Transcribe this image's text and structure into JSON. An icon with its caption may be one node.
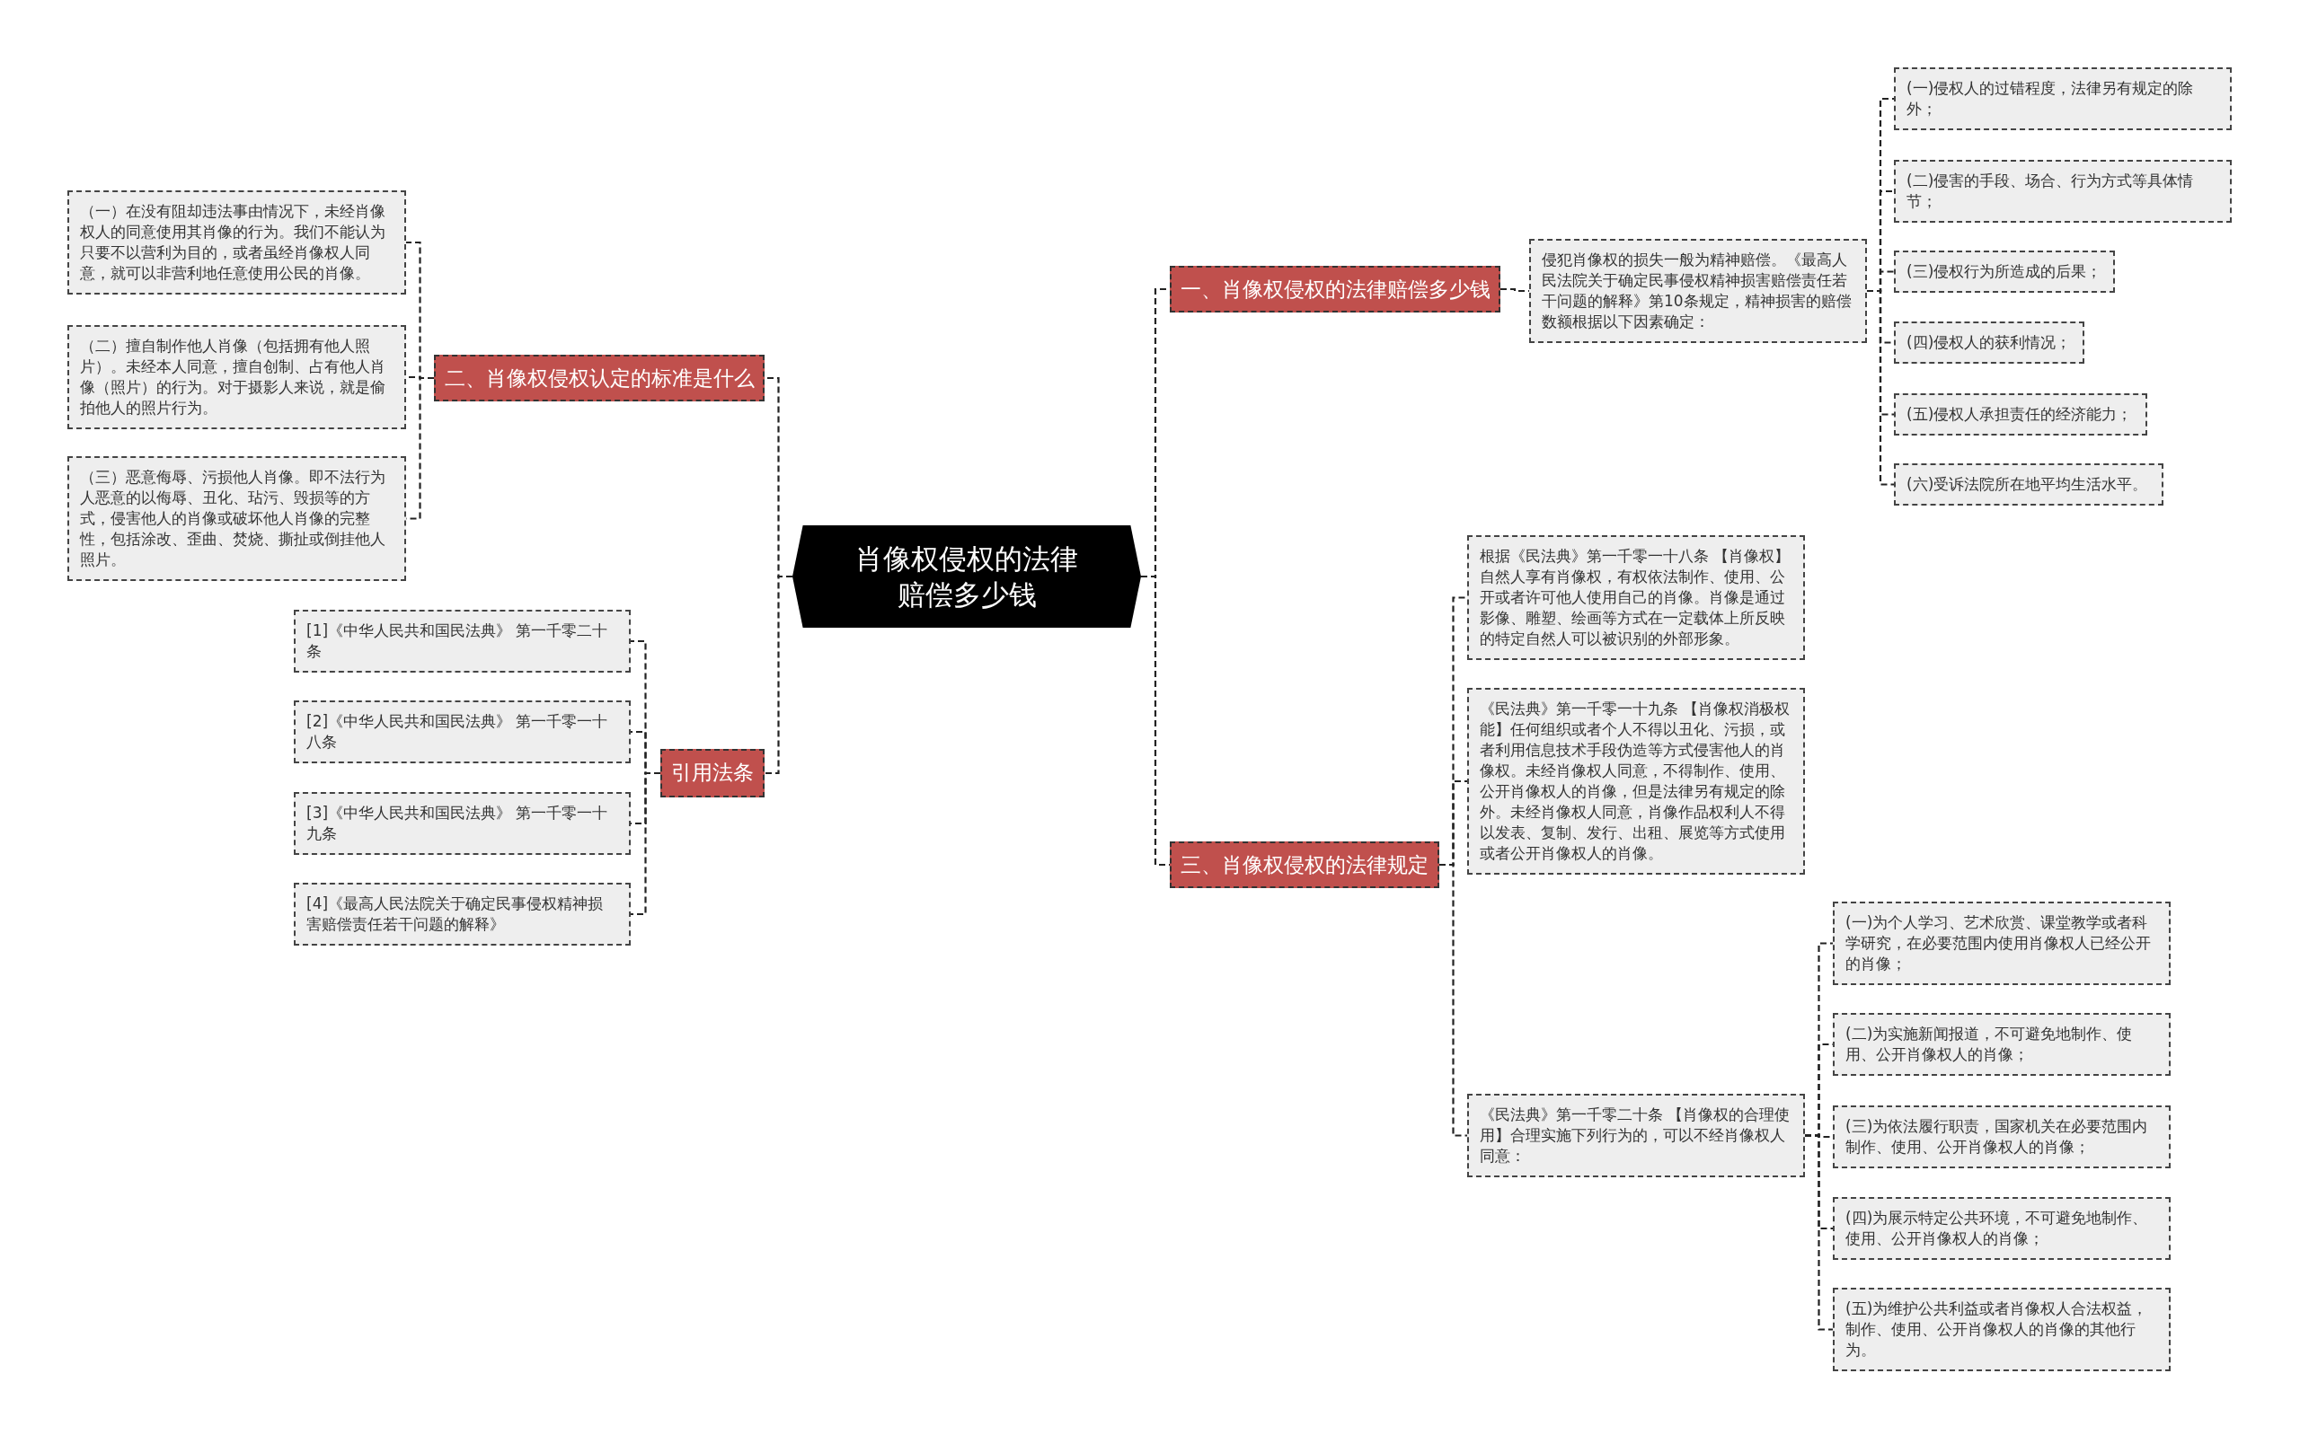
{
  "diagram": {
    "nodes": [
      {
        "text": [
          "肖像权侵权的法律赔偿多少钱"
        ]
      },
      {
        "text": [
          "一、肖像权侵权的法律赔偿多少钱"
        ]
      },
      {
        "text": [
          "侵犯肖像权的损失一般为精神赔偿。《最高人民法院关于确定民事侵权精神损害赔偿责任若干问题的解释》第10条规定，精神损害的赔偿数额根据以下因素确定："
        ]
      },
      {
        "text": [
          "(一)侵权人的过错程度，法律另有规定的除外；"
        ]
      },
      {
        "text": [
          "(二)侵害的手段、场合、行为方式等具体情节；"
        ]
      },
      {
        "text": [
          "(三)侵权行为所造成的后果；"
        ]
      },
      {
        "text": [
          "(四)侵权人的获利情况；"
        ]
      },
      {
        "text": [
          "(五)侵权人承担责任的经济能力；"
        ]
      },
      {
        "text": [
          "(六)受诉法院所在地平均生活水平。"
        ]
      },
      {
        "text": [
          "三、肖像权侵权的法律规定"
        ]
      },
      {
        "text": [
          "根据《民法典》第一千零一十八条 【肖像权】自然人享有肖像权，有权依法制作、使用、公开或者许可他人使用自己的肖像。肖像是通过影像、雕塑、绘画等方式在一定载体上所反映的特定自然人可以被识别的外部形象。"
        ]
      },
      {
        "text": [
          "《民法典》第一千零一十九条 【肖像权消极权能】任何组织或者个人不得以丑化、污损，或者利用信息技术手段伪造等方式侵害他人的肖像权。未经肖像权人同意，不得制作、使用、公开肖像权人的肖像，但是法律另有规定的除外。未经肖像权人同意，肖像作品权利人不得以发表、复制、发行、出租、展览等方式使用或者公开肖像权人的肖像。"
        ]
      },
      {
        "text": [
          "《民法典》第一千零二十条 【肖像权的合理使用】合理实施下列行为的，可以不经肖像权人同意："
        ]
      },
      {
        "text": [
          "(一)为个人学习、艺术欣赏、课堂教学或者科学研究，在必要范围内使用肖像权人已经公开的肖像；"
        ]
      },
      {
        "text": [
          "(二)为实施新闻报道，不可避免地制作、使用、公开肖像权人的肖像；"
        ]
      },
      {
        "text": [
          "(三)为依法履行职责，国家机关在必要范围内制作、使用、公开肖像权人的肖像；"
        ]
      },
      {
        "text": [
          "(四)为展示特定公共环境，不可避免地制作、使用、公开肖像权人的肖像；"
        ]
      },
      {
        "text": [
          "(五)为维护公共利益或者肖像权人合法权益，制作、使用、公开肖像权人的肖像的其他行为。"
        ]
      },
      {
        "text": [
          "二、肖像权侵权认定的标准是什么"
        ]
      },
      {
        "text": [
          "（一）在没有阻却违法事由情况下，未经肖像权人的同意使用其肖像的行为。我们不能认为只要不以营利为目的，或者虽经肖像权人同意，就可以非营利地任意使用公民的肖像。"
        ]
      },
      {
        "text": [
          "（二）擅自制作他人肖像（包括拥有他人照片）。未经本人同意，擅自创制、占有他人肖像（照片）的行为。对于摄影人来说，就是偷拍他人的照片行为。"
        ]
      },
      {
        "text": [
          "（三）恶意侮辱、污损他人肖像。即不法行为人恶意的以侮辱、丑化、玷污、毁损等的方式，侵害他人的肖像或破坏他人肖像的完整性，包括涂改、歪曲、焚烧、撕扯或倒挂他人照片。"
        ]
      },
      {
        "text": [
          "引用法条"
        ]
      },
      {
        "text": [
          "[1]《中华人民共和国民法典》 第一千零二十条"
        ]
      },
      {
        "text": [
          "[2]《中华人民共和国民法典》 第一千零一十八条"
        ]
      },
      {
        "text": [
          "[3]《中华人民共和国民法典》 第一千零一十九条"
        ]
      },
      {
        "text": [
          "[4]《最高人民法院关于确定民事侵权精神损害赔偿责任若干问题的解释》"
        ]
      }
    ],
    "edges": [
      {
        "from": 0,
        "to": 1,
        "arrow": "none"
      },
      {
        "from": 1,
        "to": 2,
        "arrow": "none"
      },
      {
        "from": 2,
        "to": 3,
        "arrow": "none"
      },
      {
        "from": 2,
        "to": 4,
        "arrow": "none"
      },
      {
        "from": 2,
        "to": 5,
        "arrow": "none"
      },
      {
        "from": 2,
        "to": 6,
        "arrow": "none"
      },
      {
        "from": 2,
        "to": 7,
        "arrow": "none"
      },
      {
        "from": 2,
        "to": 8,
        "arrow": "none"
      },
      {
        "from": 0,
        "to": 9,
        "arrow": "none"
      },
      {
        "from": 9,
        "to": 10,
        "arrow": "none"
      },
      {
        "from": 9,
        "to": 11,
        "arrow": "none"
      },
      {
        "from": 9,
        "to": 12,
        "arrow": "none"
      },
      {
        "from": 12,
        "to": 13,
        "arrow": "none"
      },
      {
        "from": 12,
        "to": 14,
        "arrow": "none"
      },
      {
        "from": 12,
        "to": 15,
        "arrow": "none"
      },
      {
        "from": 12,
        "to": 16,
        "arrow": "none"
      },
      {
        "from": 12,
        "to": 17,
        "arrow": "none"
      },
      {
        "from": 0,
        "to": 18,
        "arrow": "none"
      },
      {
        "from": 18,
        "to": 19,
        "arrow": "none"
      },
      {
        "from": 18,
        "to": 20,
        "arrow": "none"
      },
      {
        "from": 18,
        "to": 21,
        "arrow": "none"
      },
      {
        "from": 0,
        "to": 22,
        "arrow": "none"
      },
      {
        "from": 22,
        "to": 23,
        "arrow": "none"
      },
      {
        "from": 22,
        "to": 24,
        "arrow": "none"
      },
      {
        "from": 22,
        "to": 25,
        "arrow": "none"
      },
      {
        "from": 22,
        "to": 26,
        "arrow": "none"
      }
    ]
  }
}
